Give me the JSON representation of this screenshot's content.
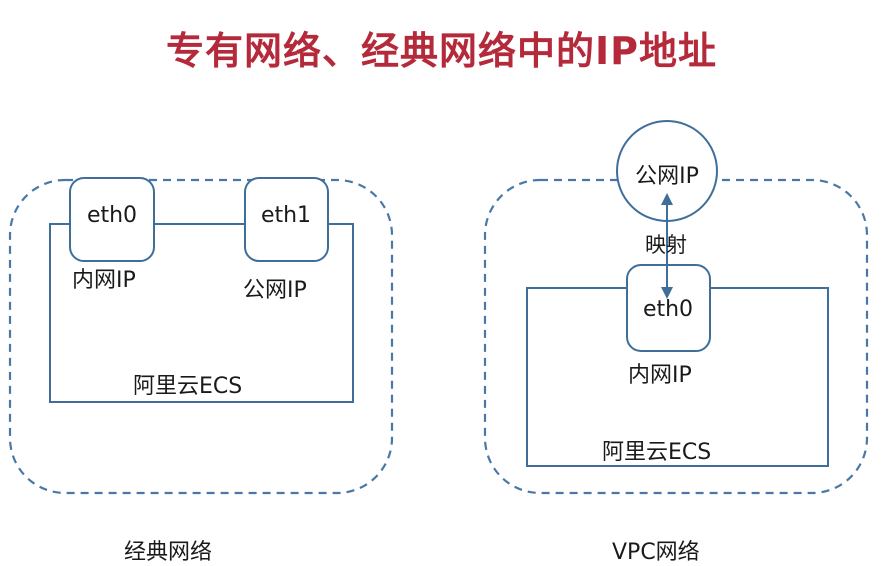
{
  "title": "专有网络、经典网络中的IP地址",
  "colors": {
    "title": "#b52a3a",
    "line": "#3f6e99",
    "dashed": "#4a78a6",
    "text": "#1a1a1a"
  },
  "classic": {
    "eth0": "eth0",
    "eth1": "eth1",
    "private_ip": "内网IP",
    "public_ip": "公网IP",
    "ecs": "阿里云ECS",
    "caption": "经典网络"
  },
  "vpc": {
    "public_ip": "公网IP",
    "mapping": "映射",
    "eth0": "eth0",
    "private_ip": "内网IP",
    "ecs": "阿里云ECS",
    "caption": "VPC网络"
  }
}
